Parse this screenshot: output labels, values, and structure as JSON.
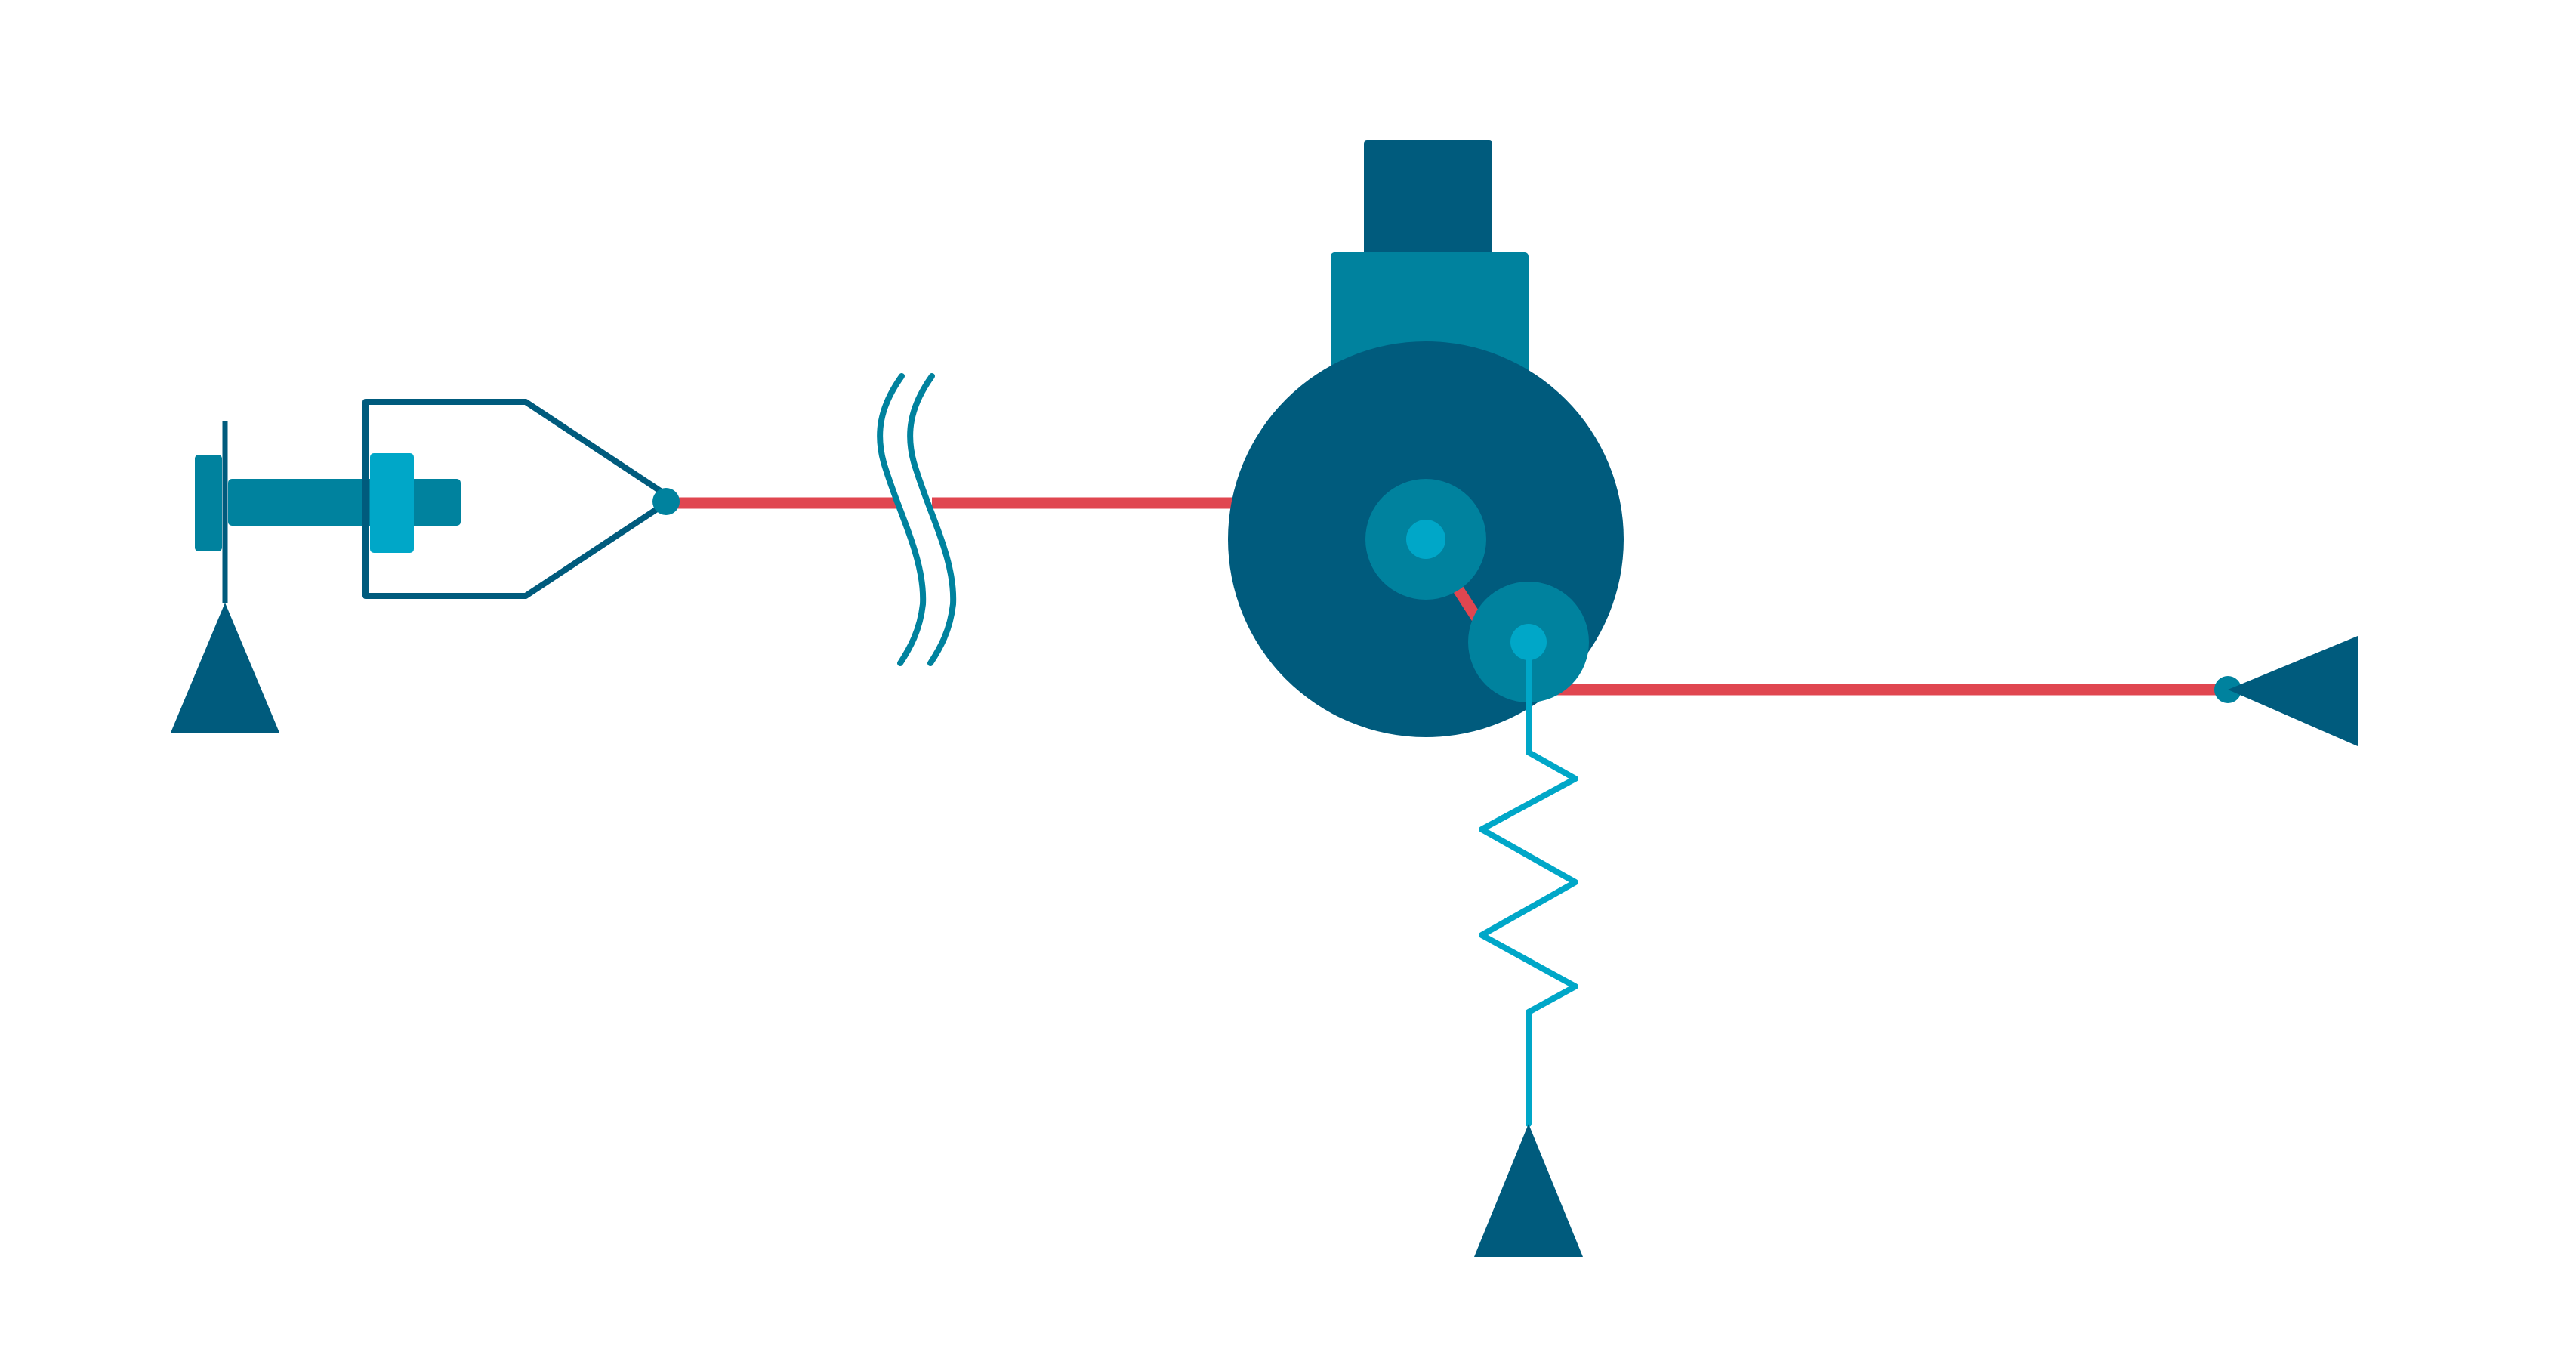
{
  "diagram": {
    "kind": "mechanical-schematic",
    "text_labels": [],
    "components": [
      "ground-support-left",
      "actuator-rod",
      "collet-clamp",
      "cable-break-symbol",
      "drive-pulley",
      "motor-body",
      "motor-cap",
      "idler-pulley",
      "tension-spring",
      "ground-support-bottom",
      "ground-support-right"
    ],
    "colors": {
      "background": "#ffffff",
      "dark_teal": "#005b7d",
      "mid_teal": "#00829e",
      "light_teal": "#00a7c8",
      "cable_red": "#e04650"
    }
  }
}
